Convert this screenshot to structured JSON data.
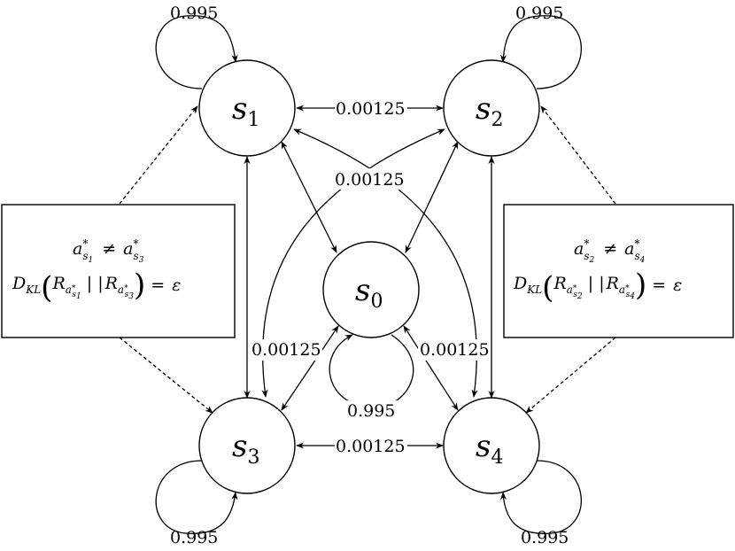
{
  "nodes": {
    "s0": {
      "base": "s",
      "sub": "0"
    },
    "s1": {
      "base": "s",
      "sub": "1"
    },
    "s2": {
      "base": "s",
      "sub": "2"
    },
    "s3": {
      "base": "s",
      "sub": "3"
    },
    "s4": {
      "base": "s",
      "sub": "4"
    }
  },
  "self_loops": {
    "s1": "0.995",
    "s2": "0.995",
    "s3": "0.995",
    "s4": "0.995",
    "s0": "0.995"
  },
  "transitions": {
    "s1_s2": "0.00125",
    "s3_s4": "0.00125",
    "cross_top": "0.00125",
    "s0_s3": "0.00125",
    "s0_s4": "0.00125"
  },
  "constraints": {
    "left": {
      "line1": {
        "a": "a",
        "star": "*",
        "s": "s",
        "i": "1",
        "neq": "≠",
        "b": "a",
        "star2": "*",
        "s2": "s",
        "j": "3"
      },
      "line2": {
        "D": "D",
        "KL": "KL",
        "R1": "R",
        "a1": "a",
        "s1": "s",
        "i": "1",
        "sep": "| |",
        "R2": "R",
        "a2": "a",
        "s2": "s",
        "j": "3",
        "eq": "=",
        "eps": "ε"
      }
    },
    "right": {
      "line1": {
        "a": "a",
        "star": "*",
        "s": "s",
        "i": "2",
        "neq": "≠",
        "b": "a",
        "star2": "*",
        "s2": "s",
        "j": "4"
      },
      "line2": {
        "D": "D",
        "KL": "KL",
        "R1": "R",
        "a1": "a",
        "s1": "s",
        "i": "2",
        "sep": "| |",
        "R2": "R",
        "a2": "a",
        "s2": "s",
        "j": "4",
        "eq": "=",
        "eps": "ε"
      }
    }
  }
}
